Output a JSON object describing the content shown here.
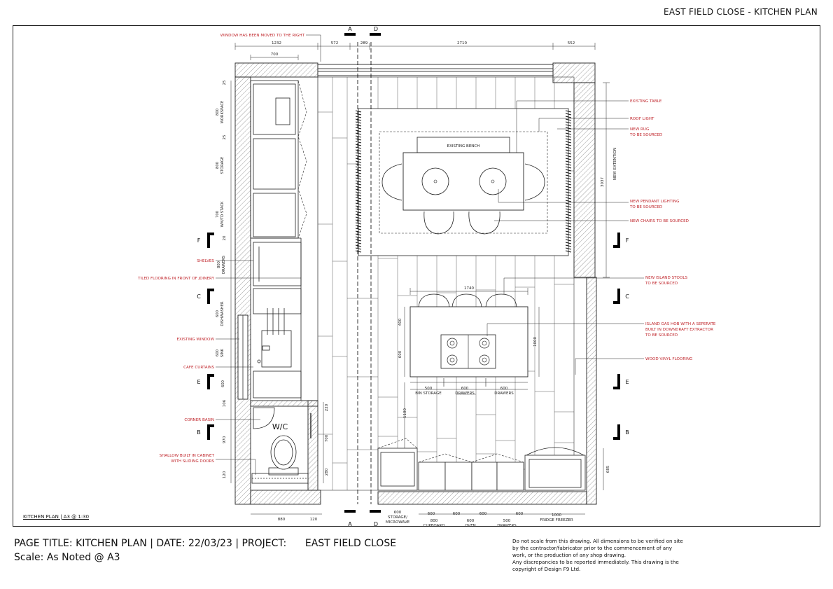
{
  "sheet_title": "EAST FIELD CLOSE - KITCHEN PLAN",
  "plan_label": "KITCHEN PLAN | A3 @ 1:30",
  "footer": {
    "title_line": "PAGE TITLE: KITCHEN PLAN | DATE: 22/03/23 | PROJECT:      EAST FIELD CLOSE",
    "scale_line": "Scale: As Noted @ A3"
  },
  "disclaimer": [
    "Do not scale from this drawing. All dimensions to be verified on site",
    "by the contractor/fabricator prior to  the commencement of any",
    "work, or the production of any shop drawing.",
    "Any discrepancies to be reported immediately. This drawing is the",
    "copyright of Design F9 Ltd."
  ],
  "annotations": {
    "window_moved": "WINDOW HAS BEEN MOVED TO THE RIGHT",
    "existing_table": "EXISTING TABLE",
    "roof_light": "ROOF LIGHT",
    "new_rug_1": "NEW RUG",
    "new_rug_2": "TO BE SOURCED",
    "pendant_1": "NEW PENDANT LIGHTING",
    "pendant_2": "TO BE SOURCED",
    "new_chairs": "NEW CHAIRS TO BE SOURCED",
    "stools_1": "NEW ISLAND STOOLS",
    "stools_2": "TO BE SOURCED",
    "hob_1": "ISLAND GAS HOB WITH A SEPERATE",
    "hob_2": "BUILT IN DOWNDRAFT EXTRACTOR",
    "hob_3": "TO BE SOURCED",
    "wood_vinyl": "WOOD VINYL FLOORING",
    "shelves": "SHELVES",
    "tiled_flooring": "TILED FLOORING IN FRONT OF JOINERY",
    "existing_window": "EXISTING WINDOW",
    "cafe_curtains": "CAFE CURTAINS",
    "corner_basin": "CORNER BASIN",
    "shallow_1": "SHALLOW BUILT IN CABINET",
    "shallow_2": "WITH SLIDING DOORS"
  },
  "room_labels": {
    "existing_bench": "EXISTING BENCH",
    "wc": "W/C",
    "new_extention": "NEW EXTENTION"
  },
  "sections": {
    "a": "A",
    "d": "D",
    "f": "F",
    "c": "C",
    "e": "E",
    "b": "B"
  },
  "dimensions": {
    "top_1232": "1232",
    "top_572": "572",
    "top_289": "289",
    "top_2710": "2710",
    "top_552": "552",
    "top_700": "700",
    "right_3037": "3037",
    "right_685": "685",
    "island_1740": "1740",
    "island_1000": "1000",
    "island_400": "400",
    "island_600": "600",
    "island_1100": "1100",
    "bottom_880": "880",
    "bottom_120": "120",
    "wc_220": "220",
    "wc_700": "700",
    "wc_280": "280",
    "left_25a": "25",
    "left_25b": "25",
    "left_20": "20",
    "left_106": "106",
    "left_970": "970",
    "left_120": "120"
  },
  "left_units": {
    "u1": "800",
    "u1b": "WORKSPACE",
    "u2": "800",
    "u2b": "STORAGE",
    "u3": "700",
    "u3b": "WM/TD STACK",
    "u4": "800",
    "u4b": "DRAWERS",
    "u5": "600",
    "u5b": "DISHWASHER",
    "u6": "600",
    "u6b": "SINK",
    "u7": "600"
  },
  "island_units": {
    "u1a": "500",
    "u1b": "BIN STORAGE",
    "u2a": "600",
    "u2b": "DRAWERS",
    "u3a": "600",
    "u3b": "DRAWERS"
  },
  "bottom_units": {
    "u1a": "600",
    "u1b": "STORAGE/",
    "u1c": "MICROWAVE",
    "u2a": "600",
    "u2b": "800",
    "u2c": "CUPBOARD",
    "u3a": "600",
    "u3b": "600",
    "u3c": "OVEN",
    "u4a": "600",
    "u4b": "500",
    "u4c": "DRAWERS",
    "u5a": "1000",
    "u5b": "FRIDGE FREEZER"
  },
  "colors": {
    "annotation": "#c0272d",
    "line": "#222222",
    "wall_hatch": "#666666"
  }
}
